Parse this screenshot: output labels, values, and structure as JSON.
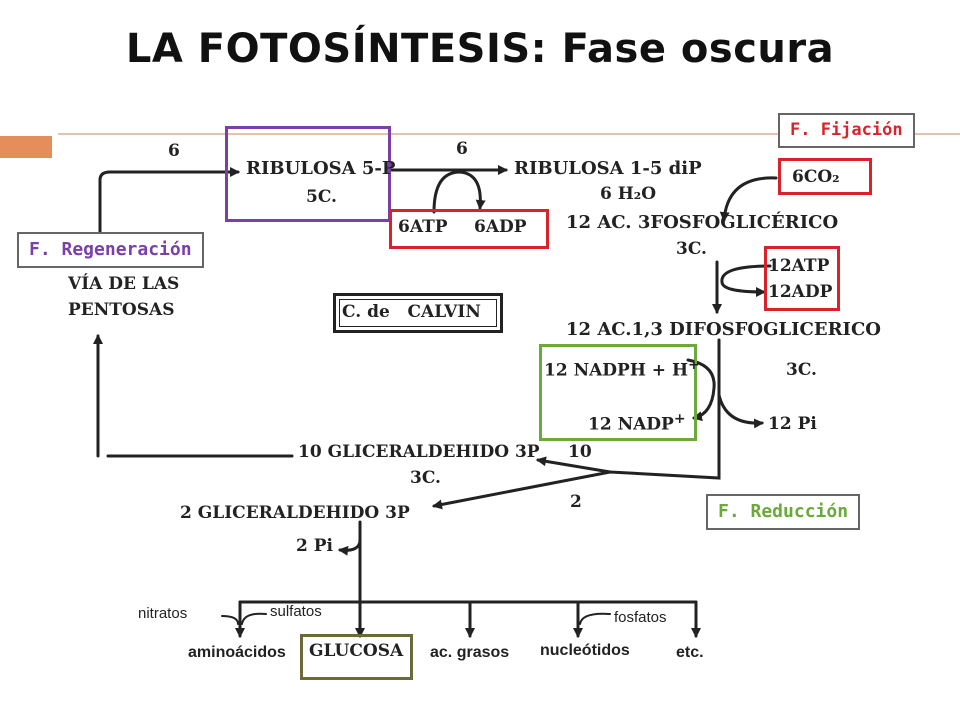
{
  "title": "LA FOTOSÍNTESIS: Fase oscura",
  "phases": {
    "fijacion": "F. Fijación",
    "regeneracion": "F. Regeneración",
    "reduccion": "F. Reducción"
  },
  "cycle": {
    "ribulosa5p": "RIBULOSA 5-P",
    "ribulosa5p_c": "5C.",
    "ribulosa_dip": "RIBULOSA 1-5 diP",
    "h2o": "6 H₂O",
    "co2": "6CO₂",
    "n6_left": "6",
    "n6_mid": "6",
    "atp": "6ATP",
    "adp": "6ADP",
    "ac3fosfo": "12 AC. 3FOSFOGLICÉRICO",
    "ac3fosfo_c": "3C.",
    "atp12": "12ATP",
    "adp12": "12ADP",
    "difosfo": "12 AC.1,3 DIFOSFOGLICERICO",
    "difosfo_c": "3C.",
    "nadph": "12 NADPH + H",
    "nadph_sup": "+",
    "nadp": "12 NADP",
    "nadp_sup": "+",
    "pi12": "12 Pi",
    "gliceraldehido10": "10 GLICERALDEHIDO 3P",
    "gliceraldehido10_c": "3C.",
    "n10": "10",
    "n2": "2",
    "gliceraldehido2": "2 GLICERALDEHIDO 3P",
    "pi2": "2 Pi",
    "via1": "VÍA DE LAS",
    "via2": "PENTOSAS",
    "calvin": "C. de   CALVIN"
  },
  "products": {
    "nitratos": "nitratos",
    "sulfatos": "sulfatos",
    "fosfatos": "fosfatos",
    "aminoacidos": "aminoácidos",
    "glucosa": "GLUCOSA",
    "acgrasos": "ac. grasos",
    "nucleotidos": "nucleótidos",
    "etc": "etc."
  },
  "colors": {
    "accent": "#e58e5b",
    "purple": "#7b3fa8",
    "red": "#d9232a",
    "green": "#6aa93a",
    "olive": "#6b6a3a"
  }
}
